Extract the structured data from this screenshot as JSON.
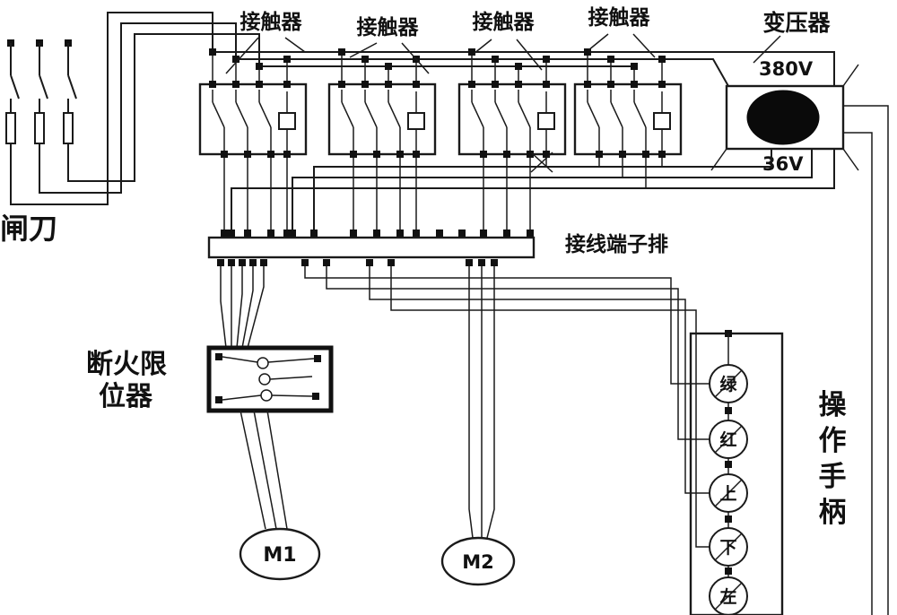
{
  "page": {
    "background": "#ffffff",
    "line_color": "#1a1a1a"
  },
  "labels": {
    "knife_switch": "闸刀",
    "contactors": [
      "接触器",
      "接触器",
      "接触器",
      "接触器"
    ],
    "transformer": "变压器",
    "primary_voltage": "380V",
    "secondary_voltage": "36V",
    "terminal_strip": "接线端子排",
    "limit_switch_lines": [
      "断火限",
      "位器"
    ],
    "motor1": "M1",
    "motor2": "M2",
    "handle_title_chars": [
      "操",
      "作",
      "手",
      "柄"
    ],
    "handle_buttons": [
      "绿",
      "红",
      "上",
      "下",
      "左"
    ]
  }
}
